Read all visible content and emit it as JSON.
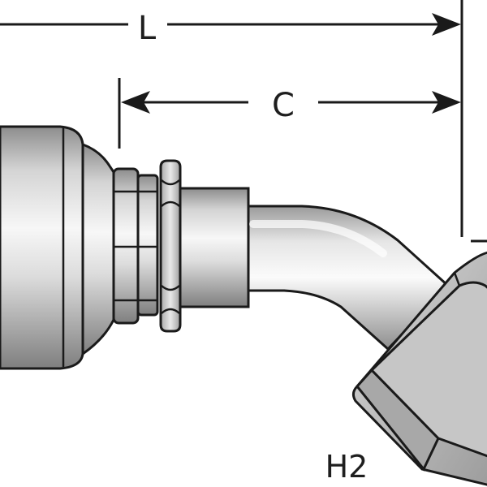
{
  "labels": {
    "length_overall": "L",
    "cutoff": "C",
    "hex": "H2"
  },
  "colors": {
    "ink": "#1a1a1a",
    "metal_light": "#f2f2f2",
    "metal_mid": "#c9c9c9",
    "metal_dark": "#8a8a8a",
    "background": "#ffffff"
  },
  "fitting": {
    "type": "45-degree elbow crimp hose fitting",
    "bend_angle_deg": 45
  }
}
